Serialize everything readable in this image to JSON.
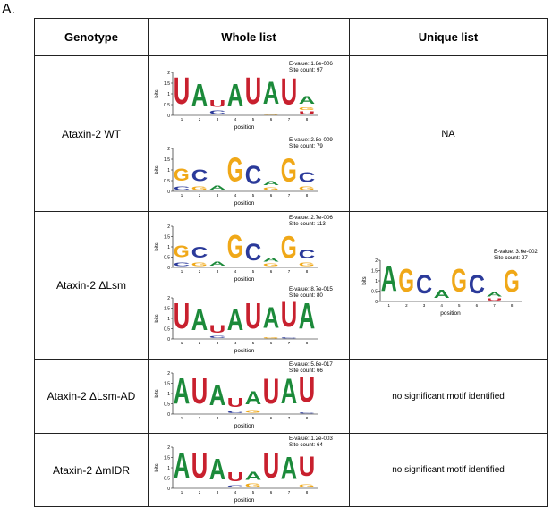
{
  "panel_label": "A.",
  "headers": [
    "Genotype",
    "Whole list",
    "Unique list"
  ],
  "axis": {
    "ylabel": "bits",
    "xlabel": "position",
    "yticks": [
      "2",
      "1.5",
      "1",
      "0.5",
      "0"
    ]
  },
  "colors": {
    "A": "#1c8a3a",
    "C": "#2b3a9a",
    "G": "#f0a818",
    "U": "#c8202e"
  },
  "rows": [
    {
      "genotype": "Ataxin-2 WT",
      "whole": [
        {
          "evalue": "E-value: 1.8e-006",
          "sites": "Site count: 97",
          "columns": [
            [
              [
                "U",
                1.95
              ]
            ],
            [
              [
                "A",
                1.6
              ]
            ],
            [
              [
                "C",
                0.25
              ],
              [
                "U",
                0.5
              ]
            ],
            [
              [
                "A",
                1.6
              ]
            ],
            [
              [
                "U",
                1.95
              ]
            ],
            [
              [
                "G",
                0.1
              ],
              [
                "A",
                1.6
              ]
            ],
            [
              [
                "U",
                1.9
              ]
            ],
            [
              [
                "U",
                0.2
              ],
              [
                "G",
                0.2
              ],
              [
                "A",
                0.55
              ]
            ]
          ]
        },
        {
          "evalue": "E-value: 2.8e-009",
          "sites": "Site count: 79",
          "columns": [
            [
              [
                "C",
                0.25
              ],
              [
                "G",
                0.9
              ]
            ],
            [
              [
                "G",
                0.25
              ],
              [
                "C",
                0.85
              ]
            ],
            [
              [
                "A",
                0.3
              ]
            ],
            [
              [
                "G",
                1.75
              ]
            ],
            [
              [
                "C",
                1.3
              ]
            ],
            [
              [
                "G",
                0.2
              ],
              [
                "A",
                0.3
              ]
            ],
            [
              [
                "G",
                1.7
              ]
            ],
            [
              [
                "G",
                0.25
              ],
              [
                "C",
                0.7
              ]
            ]
          ]
        }
      ],
      "unique_text": "NA",
      "unique": null
    },
    {
      "genotype": "Ataxin-2 ΔLsm",
      "whole": [
        {
          "evalue": "E-value: 2.7e-006",
          "sites": "Site count: 113",
          "columns": [
            [
              [
                "C",
                0.25
              ],
              [
                "G",
                0.9
              ]
            ],
            [
              [
                "G",
                0.25
              ],
              [
                "C",
                0.85
              ]
            ],
            [
              [
                "A",
                0.3
              ]
            ],
            [
              [
                "G",
                1.75
              ]
            ],
            [
              [
                "C",
                1.3
              ]
            ],
            [
              [
                "G",
                0.2
              ],
              [
                "A",
                0.3
              ]
            ],
            [
              [
                "G",
                1.7
              ]
            ],
            [
              [
                "G",
                0.25
              ],
              [
                "C",
                0.7
              ]
            ]
          ]
        },
        {
          "evalue": "E-value: 8.7e-015",
          "sites": "Site count: 80",
          "columns": [
            [
              [
                "U",
                1.95
              ]
            ],
            [
              [
                "A",
                1.6
              ]
            ],
            [
              [
                "C",
                0.15
              ],
              [
                "U",
                0.55
              ]
            ],
            [
              [
                "A",
                1.6
              ]
            ],
            [
              [
                "U",
                1.95
              ]
            ],
            [
              [
                "G",
                0.1
              ],
              [
                "A",
                1.6
              ]
            ],
            [
              [
                "C",
                0.1
              ],
              [
                "U",
                1.9
              ]
            ],
            [
              [
                "A",
                1.95
              ]
            ]
          ]
        }
      ],
      "unique_text": "",
      "unique": {
        "evalue": "E-value: 3.6e-002",
        "sites": "Site count: 27",
        "columns": [
          [
            [
              "A",
              1.95
            ]
          ],
          [
            [
              "G",
              1.75
            ]
          ],
          [
            [
              "C",
              1.4
            ]
          ],
          [
            [
              "A",
              0.6
            ]
          ],
          [
            [
              "G",
              1.75
            ]
          ],
          [
            [
              "C",
              1.4
            ]
          ],
          [
            [
              "U",
              0.15
            ],
            [
              "A",
              0.3
            ]
          ],
          [
            [
              "G",
              1.7
            ]
          ]
        ]
      }
    },
    {
      "genotype": "Ataxin-2 ΔLsm-AD",
      "whole": [
        {
          "evalue": "E-value: 5.8e-017",
          "sites": "Site count: 66",
          "columns": [
            [
              [
                "A",
                1.95
              ]
            ],
            [
              [
                "U",
                1.95
              ]
            ],
            [
              [
                "A",
                1.6
              ]
            ],
            [
              [
                "C",
                0.15
              ],
              [
                "U",
                0.7
              ]
            ],
            [
              [
                "G",
                0.2
              ],
              [
                "A",
                1.0
              ]
            ],
            [
              [
                "U",
                1.9
              ]
            ],
            [
              [
                "A",
                1.9
              ]
            ],
            [
              [
                "C",
                0.1
              ],
              [
                "U",
                1.9
              ]
            ]
          ]
        }
      ],
      "unique_text": "no significant motif identified",
      "unique": null
    },
    {
      "genotype": "Ataxin-2 ΔmIDR",
      "whole": [
        {
          "evalue": "E-value: 1.2e-003",
          "sites": "Site count: 64",
          "columns": [
            [
              [
                "A",
                1.95
              ]
            ],
            [
              [
                "U",
                1.95
              ]
            ],
            [
              [
                "A",
                1.6
              ]
            ],
            [
              [
                "C",
                0.15
              ],
              [
                "U",
                0.7
              ]
            ],
            [
              [
                "G",
                0.25
              ],
              [
                "A",
                0.6
              ]
            ],
            [
              [
                "U",
                1.9
              ]
            ],
            [
              [
                "A",
                1.7
              ]
            ],
            [
              [
                "G",
                0.2
              ],
              [
                "U",
                1.5
              ]
            ]
          ]
        }
      ],
      "unique_text": "no significant motif identified",
      "unique": null
    }
  ]
}
